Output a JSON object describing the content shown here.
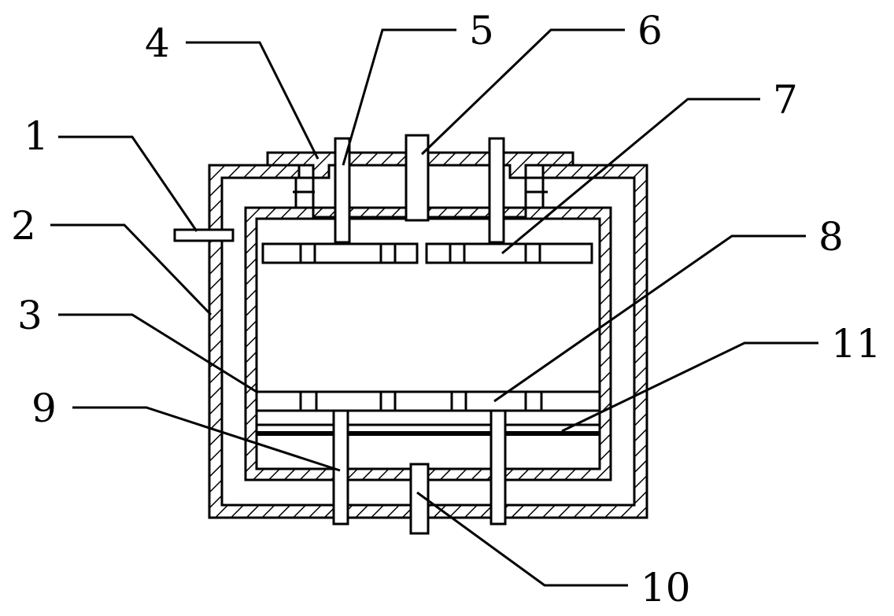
{
  "figure": {
    "type": "mechanical cross-section diagram",
    "line_color": "#000000",
    "background": "#ffffff",
    "wall_fill": "diagonal hatch"
  },
  "labels": [
    {
      "id": "1",
      "text": "1"
    },
    {
      "id": "2",
      "text": "2"
    },
    {
      "id": "3",
      "text": "3"
    },
    {
      "id": "4",
      "text": "4"
    },
    {
      "id": "5",
      "text": "5"
    },
    {
      "id": "6",
      "text": "6"
    },
    {
      "id": "7",
      "text": "7"
    },
    {
      "id": "8",
      "text": "8"
    },
    {
      "id": "9",
      "text": "9"
    },
    {
      "id": "10",
      "text": "10"
    },
    {
      "id": "11",
      "text": "11"
    }
  ]
}
